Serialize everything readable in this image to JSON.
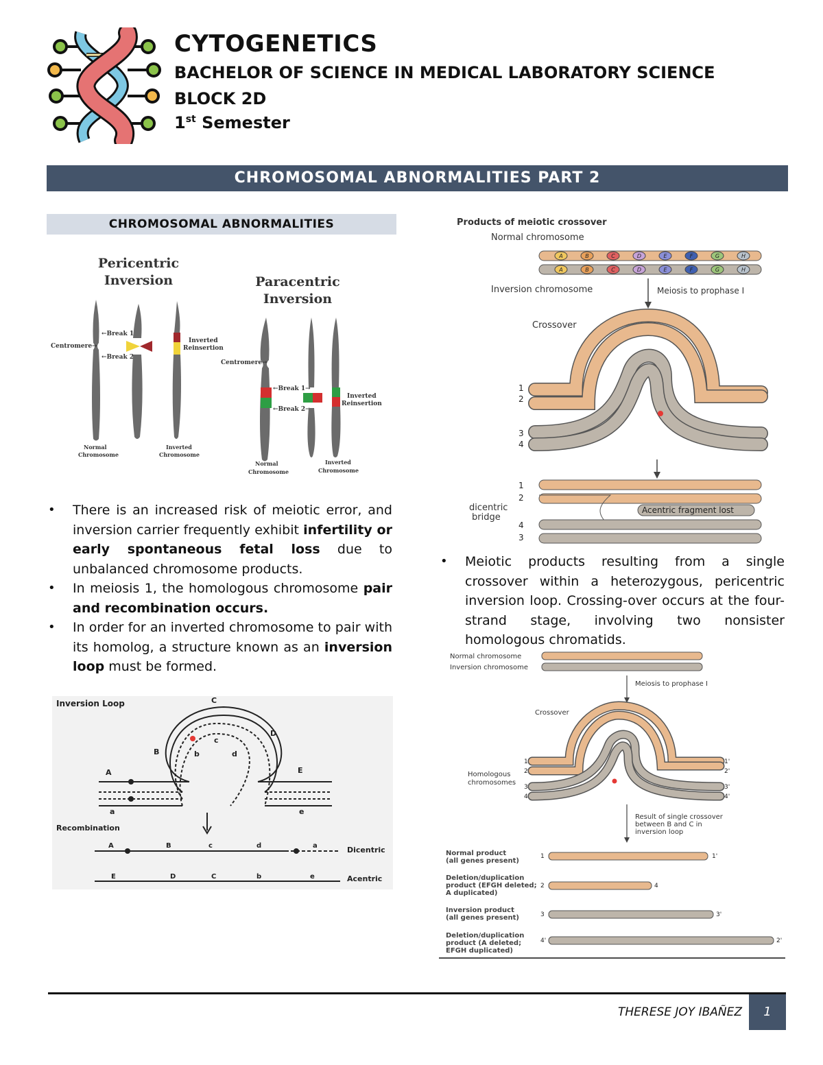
{
  "header": {
    "title": "CYTOGENETICS",
    "program": "BACHELOR OF SCIENCE IN MEDICAL LABORATORY SCIENCE",
    "block": "BLOCK 2D",
    "semester_num": "1",
    "semester_sup": "st",
    "semester_word": "Semester",
    "logo_icon": "dna-chromosome-icon"
  },
  "banner": "CHROMOSOMAL ABNORMALITIES PART 2",
  "section_title": "CHROMOSOMAL ABNORMALITIES",
  "fig_inversions": {
    "pericentric_title_1": "Pericentric",
    "pericentric_title_2": "Inversion",
    "paracentric_title_1": "Paracentric",
    "paracentric_title_2": "Inversion",
    "centromere": "Centromere→",
    "break1": "←Break 1→",
    "break2": "←Break 2→",
    "inverted_1": "Inverted",
    "reinsertion": "Reinsertion",
    "normal_1": "Normal",
    "chromosome": "Chromosome",
    "inverted_chromosome_1": "Inverted"
  },
  "left_bullets": [
    {
      "pre": "There is an increased risk of meiotic error, and inversion carrier frequently exhibit ",
      "bold": "infertility or early spontaneous fetal loss",
      "post": " due to unbalanced chromosome products."
    },
    {
      "pre": "In meiosis 1, the homologous chromosome ",
      "bold": "pair and recombination occurs.",
      "post": ""
    },
    {
      "pre": "In order for an inverted chromosome to pair with its homolog, a structure known as an ",
      "bold": "inversion loop",
      "post": " must be formed."
    }
  ],
  "fig_loop": {
    "title": "Inversion Loop",
    "recombination": "Recombination",
    "dicentric": "Dicentric",
    "acentric": "Acentric",
    "letters_top": [
      "A",
      "B",
      "C",
      "D",
      "E"
    ],
    "letters_inner": [
      "b",
      "c",
      "d"
    ],
    "letters_bottom": [
      "a",
      "e"
    ],
    "rec_row1": [
      "A",
      "B",
      "c",
      "d",
      "a"
    ],
    "rec_row2": [
      "E",
      "D",
      "C",
      "b",
      "e"
    ]
  },
  "fig_products1": {
    "title": "Products of meiotic crossover",
    "normal": "Normal chromosome",
    "inversion": "Inversion chromosome",
    "meiosis": "Meiosis to prophase I",
    "crossover": "Crossover",
    "dicentric_1": "dicentric",
    "dicentric_2": "bridge",
    "acentric": "Acentric fragment lost",
    "nums": [
      "1",
      "2",
      "3",
      "4"
    ],
    "genes": [
      "A",
      "B",
      "C",
      "D",
      "E",
      "F",
      "G",
      "H"
    ]
  },
  "right_bullets": [
    {
      "pre": "Meiotic products resulting from a single crossover within a heterozygous, pericentric inversion loop. Crossing-over occurs at the four-strand stage, involving two nonsister homologous chromatids.",
      "bold": "",
      "post": ""
    }
  ],
  "fig_products2": {
    "normal": "Normal chromosome",
    "inversion": "Inversion chromosome",
    "meiosis": "Meiosis to prophase I",
    "crossover": "Crossover",
    "homologous_1": "Homologous",
    "homologous_2": "chromosomes",
    "result_1": "Result of single crossover",
    "result_2": "between B and C in",
    "result_3": "inversion loop",
    "p1_1": "Normal product",
    "p1_2": "(all genes present)",
    "p2_1": "Deletion/duplication",
    "p2_2": "product (EFGH deleted;",
    "p2_3": "A duplicated)",
    "p3_1": "Inversion product",
    "p3_2": "(all genes present)",
    "p4_1": "Deletion/duplication",
    "p4_2": "product (A deleted;",
    "p4_3": "EFGH duplicated)",
    "lbl_1": "1",
    "lbl_1p": "1'",
    "lbl_2": "2",
    "lbl_2p": "2'",
    "lbl_3": "3",
    "lbl_3p": "3'",
    "lbl_4": "4",
    "lbl_4p": "4'"
  },
  "footer": {
    "author": "THERESE JOY IBAÑEZ",
    "page": "1"
  },
  "colors": {
    "banner": "#44546a",
    "subheader": "#d6dce5",
    "chromosome_tan": "#e8b98e",
    "chromosome_gray": "#bdb5aa"
  }
}
